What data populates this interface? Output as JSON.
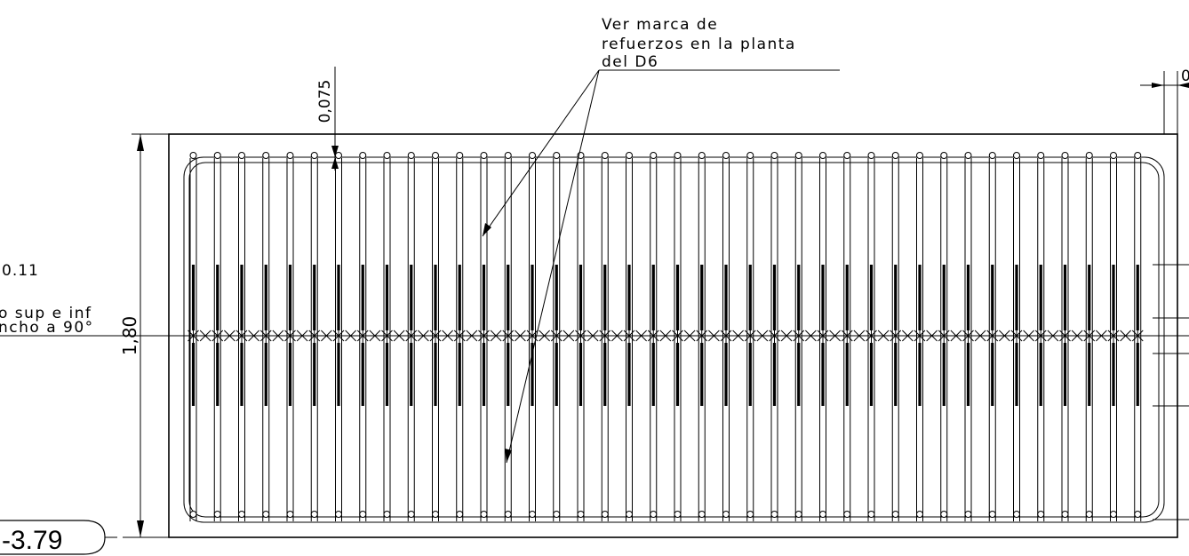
{
  "note": {
    "lines": [
      "Ver marca de",
      "refuerzos en la planta",
      "del D6"
    ]
  },
  "left_notes": {
    "spacing": "0.11",
    "line1": "o sup e inf",
    "line2": "ncho a 90°"
  },
  "dimensions": {
    "cover": "0,075",
    "height": "1,80",
    "top_right_partial": "0"
  },
  "level_tag": "-3.79",
  "colors": {
    "line": "#000000",
    "background": "#ffffff"
  }
}
